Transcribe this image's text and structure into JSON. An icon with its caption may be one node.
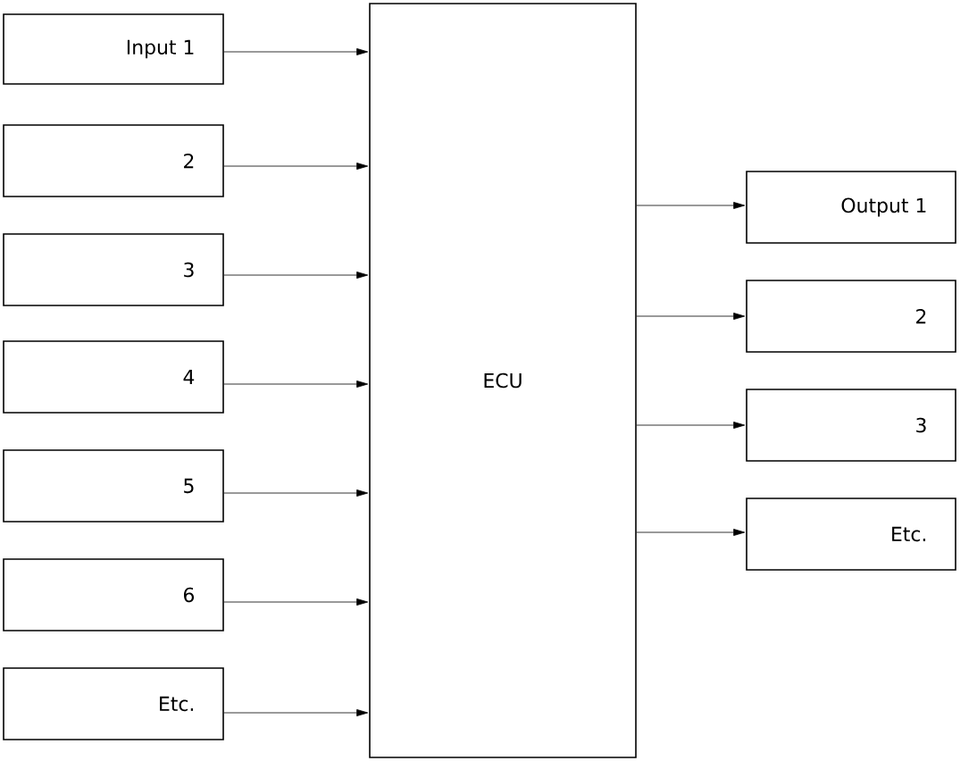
{
  "diagram": {
    "nodes": [
      {
        "text": [
          "Input 1"
        ]
      },
      {
        "text": [
          "2"
        ]
      },
      {
        "text": [
          "3"
        ]
      },
      {
        "text": [
          "4"
        ]
      },
      {
        "text": [
          "5"
        ]
      },
      {
        "text": [
          "6"
        ]
      },
      {
        "text": [
          "Etc."
        ]
      },
      {
        "text": [
          "ECU"
        ]
      },
      {
        "text": [
          "Output 1"
        ]
      },
      {
        "text": [
          "2"
        ]
      },
      {
        "text": [
          "3"
        ]
      },
      {
        "text": [
          "Etc."
        ]
      }
    ],
    "edges": [
      {
        "from": 0,
        "to": 7,
        "arrow": "to"
      },
      {
        "from": 1,
        "to": 7,
        "arrow": "to"
      },
      {
        "from": 2,
        "to": 7,
        "arrow": "to"
      },
      {
        "from": 3,
        "to": 7,
        "arrow": "to"
      },
      {
        "from": 4,
        "to": 7,
        "arrow": "to"
      },
      {
        "from": 5,
        "to": 7,
        "arrow": "to"
      },
      {
        "from": 6,
        "to": 7,
        "arrow": "to"
      },
      {
        "from": 7,
        "to": 8,
        "arrow": "to"
      },
      {
        "from": 7,
        "to": 9,
        "arrow": "to"
      },
      {
        "from": 7,
        "to": 10,
        "arrow": "to"
      },
      {
        "from": 7,
        "to": 11,
        "arrow": "to"
      }
    ]
  }
}
